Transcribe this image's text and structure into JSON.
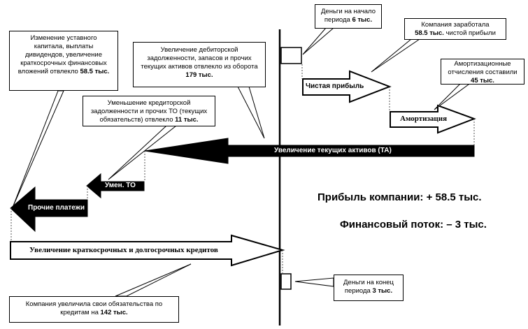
{
  "colors": {
    "ink": "#000000",
    "paper": "#ffffff",
    "guide": "#555555"
  },
  "callouts": {
    "start_cash": {
      "line1": "Деньги на начало",
      "line2_pre": "периода ",
      "amount": "6 тыс.",
      "line2_post": ""
    },
    "net_profit_note": {
      "line1": "Компания заработала",
      "amount": "58.5 тыс.",
      "line2_post": " чистой прибыли"
    },
    "amortization_note": {
      "line1": "Амортизационные",
      "line2": "отчисления составили",
      "amount": "45 тыс."
    },
    "receivables_note": {
      "line1": "Увеличение дебиторской",
      "line2": "задолженности, запасов и прочих",
      "line3": "текущих активов отвлекло из оборота",
      "amount": "179 тыс."
    },
    "payables_note": {
      "line1": "Уменьшение кредиторской",
      "line2": "задолженности и прочих ТО (текущих",
      "line3_pre": "обязательств) отвлекло ",
      "amount": "11 тыс."
    },
    "capital_note": {
      "line1": "Изменение уставного",
      "line2": "капитала, выплаты",
      "line3": "дивидендов, увеличение",
      "line4": "краткосрочных финансовых",
      "line5_pre": "вложений отвлекло ",
      "amount": "58.5 тыс."
    },
    "end_cash": {
      "line1": "Деньги на конец",
      "line2_pre": "периода ",
      "amount": "3 тыс."
    },
    "loans_note": {
      "line1": "Компания увеличила свои обязательства по",
      "line2_pre": "кредитам на ",
      "amount": "142 тыс."
    }
  },
  "arrows": {
    "net_profit": "Чистая прибыль",
    "amortization": "Амортизация",
    "current_assets": "Увеличение текущих активов (ТА)",
    "payables": "Умен. ТО",
    "other_payments": "Прочие платежи",
    "loans": "Увеличение краткосрочных и долгосрочных кредитов"
  },
  "summary": {
    "profit": "Прибыль компании: + 58.5 тыс.",
    "cash_flow": "Финансовый поток:  – 3 тыс."
  }
}
